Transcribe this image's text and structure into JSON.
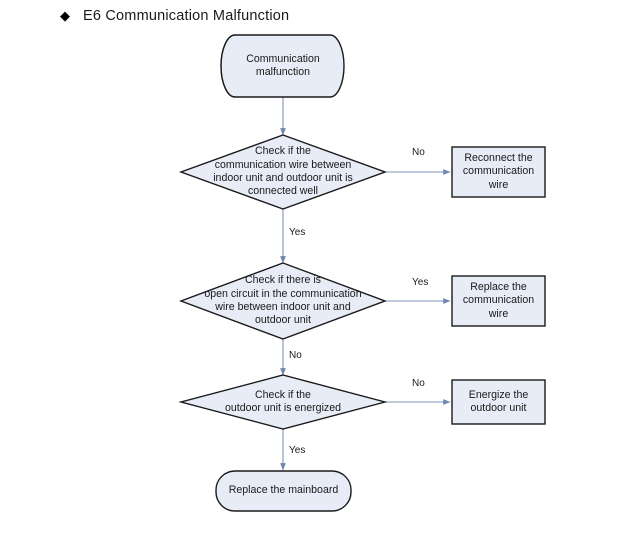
{
  "title": {
    "bullet": "◆",
    "text": "E6 Communication Malfunction"
  },
  "colors": {
    "shape_fill": "#e7ecf6",
    "shape_stroke": "#1a1a1a",
    "connector": "#8195b8",
    "text": "#1a1a1a",
    "background": "#ffffff"
  },
  "flowchart": {
    "type": "flowchart",
    "nodes": [
      {
        "id": "start",
        "shape": "cylinder",
        "label": "Communication\nmalfunction"
      },
      {
        "id": "decision1",
        "shape": "diamond",
        "label": "Check if the\ncommunication wire between\nindoor unit and outdoor unit is\nconnected well"
      },
      {
        "id": "action1",
        "shape": "rectangle",
        "label": "Reconnect the\ncommunication\nwire"
      },
      {
        "id": "decision2",
        "shape": "diamond",
        "label": "Check if there is\nopen circuit in the communication\nwire between indoor unit and\noutdoor unit"
      },
      {
        "id": "action2",
        "shape": "rectangle",
        "label": "Replace the\ncommunication\nwire"
      },
      {
        "id": "decision3",
        "shape": "diamond",
        "label": "Check if the\noutdoor unit is energized"
      },
      {
        "id": "action3",
        "shape": "rectangle",
        "label": "Energize the\noutdoor unit"
      },
      {
        "id": "end",
        "shape": "rounded-rectangle",
        "label": "Replace the mainboard"
      }
    ],
    "edges": [
      {
        "from": "start",
        "to": "decision1",
        "label": ""
      },
      {
        "from": "decision1",
        "to": "action1",
        "label": "No"
      },
      {
        "from": "decision1",
        "to": "decision2",
        "label": "Yes"
      },
      {
        "from": "decision2",
        "to": "action2",
        "label": "Yes"
      },
      {
        "from": "decision2",
        "to": "decision3",
        "label": "No"
      },
      {
        "from": "decision3",
        "to": "action3",
        "label": "No"
      },
      {
        "from": "decision3",
        "to": "end",
        "label": "Yes"
      }
    ]
  }
}
